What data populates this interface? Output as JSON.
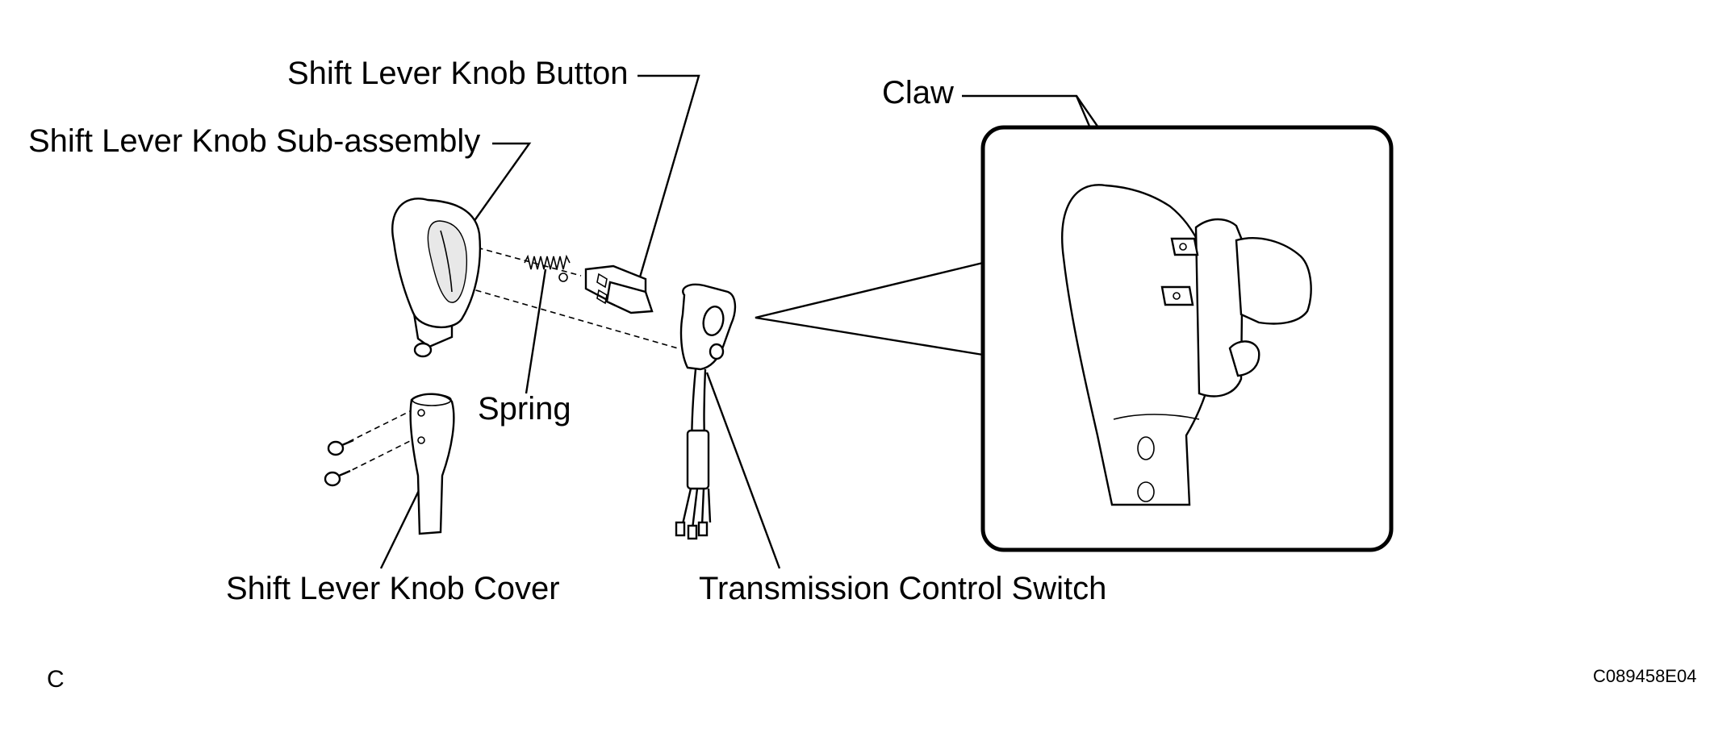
{
  "labels": {
    "knob_button": "Shift Lever Knob Button",
    "knob_subassembly": "Shift Lever Knob Sub-assembly",
    "spring": "Spring",
    "knob_cover": "Shift Lever Knob Cover",
    "transmission_switch": "Transmission Control Switch",
    "claw": "Claw"
  },
  "footer": {
    "left_code": "C",
    "figure_id": "C089458E04"
  }
}
